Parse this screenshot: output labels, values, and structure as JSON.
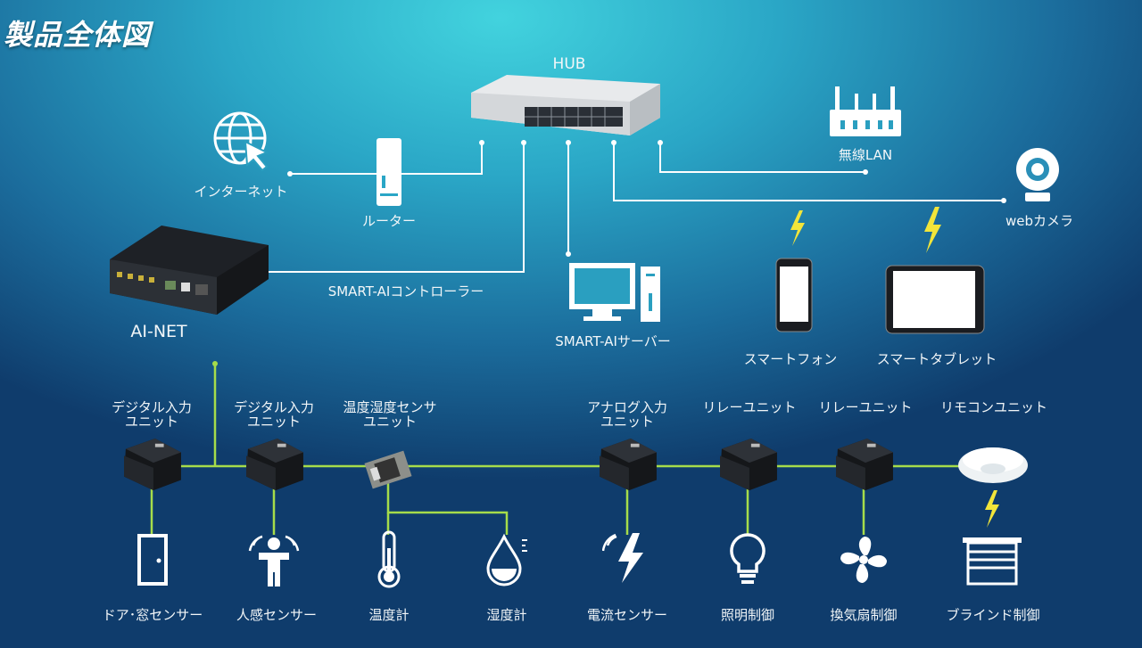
{
  "title": "製品全体図",
  "top": {
    "hub": "HUB",
    "internet": "インターネット",
    "router": "ルーター",
    "wireless_lan": "無線LAN",
    "webcam": "webカメラ",
    "ai_net": "AI-NET",
    "controller": "SMART-AIコントローラー",
    "server": "SMART-AIサーバー",
    "smartphone": "スマートフォン",
    "tablet": "スマートタブレット"
  },
  "units": [
    {
      "line1": "デジタル入力",
      "line2": "ユニット"
    },
    {
      "line1": "デジタル入力",
      "line2": "ユニット"
    },
    {
      "line1": "温度湿度センサ",
      "line2": "ユニット"
    },
    {
      "line1": "アナログ入力",
      "line2": "ユニット"
    },
    {
      "line1": "リレーユニット",
      "line2": ""
    },
    {
      "line1": "リレーユニット",
      "line2": ""
    },
    {
      "line1": "リモコンユニット",
      "line2": ""
    }
  ],
  "devices": [
    "ドア･窓センサー",
    "人感センサー",
    "温度計",
    "湿度計",
    "電流センサー",
    "照明制御",
    "換気扇制御",
    "ブラインド制御"
  ],
  "colors": {
    "wire_top": "#ffffff",
    "wire_bottom": "#a6dc4a",
    "bolt": "#f2e53a"
  }
}
